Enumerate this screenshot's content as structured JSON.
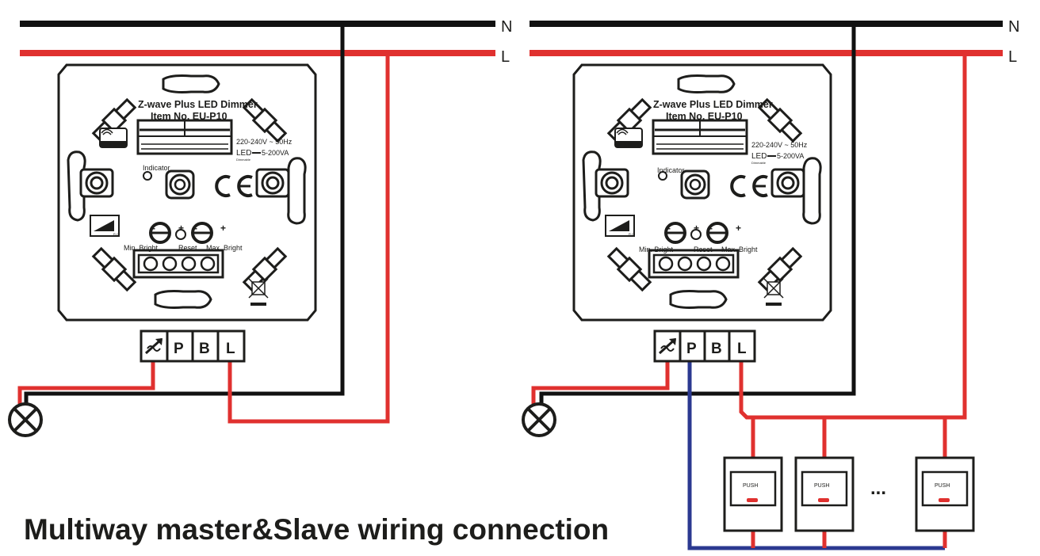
{
  "rails": {
    "neutral": "N",
    "live": "L"
  },
  "device": {
    "title": "Z-wave Plus LED Dimmer",
    "item_no": "Item No. EU-P10",
    "voltage": "220-240V ~ 50Hz",
    "led_label": "LED",
    "led_range": "5-200VA",
    "dimmable": "Dimmable",
    "indicator": "Indicator",
    "min_bright": "Min. Bright",
    "reset": "Reset",
    "max_bright": "Max. Bright",
    "zwave_badge": "Z-WAVE",
    "rc_label": "R.C",
    "ce_mark": "CE",
    "minus": "-",
    "plus": "+"
  },
  "terminals": [
    "P",
    "B",
    "L"
  ],
  "push_label": "PUSH",
  "ellipsis": "...",
  "caption": "Multiway master&Slave wiring connection",
  "colors": {
    "live": "#e0312f",
    "neutral": "#111111",
    "traveller": "#2b3990",
    "outline": "#1d1d1b",
    "indicator": "#e0312f"
  },
  "icons": [
    "lamp-icon",
    "dimmer-terminal-icon",
    "weee-bin-icon",
    "zwave-logo-icon",
    "ce-mark-icon",
    "rc-ramp-icon"
  ]
}
